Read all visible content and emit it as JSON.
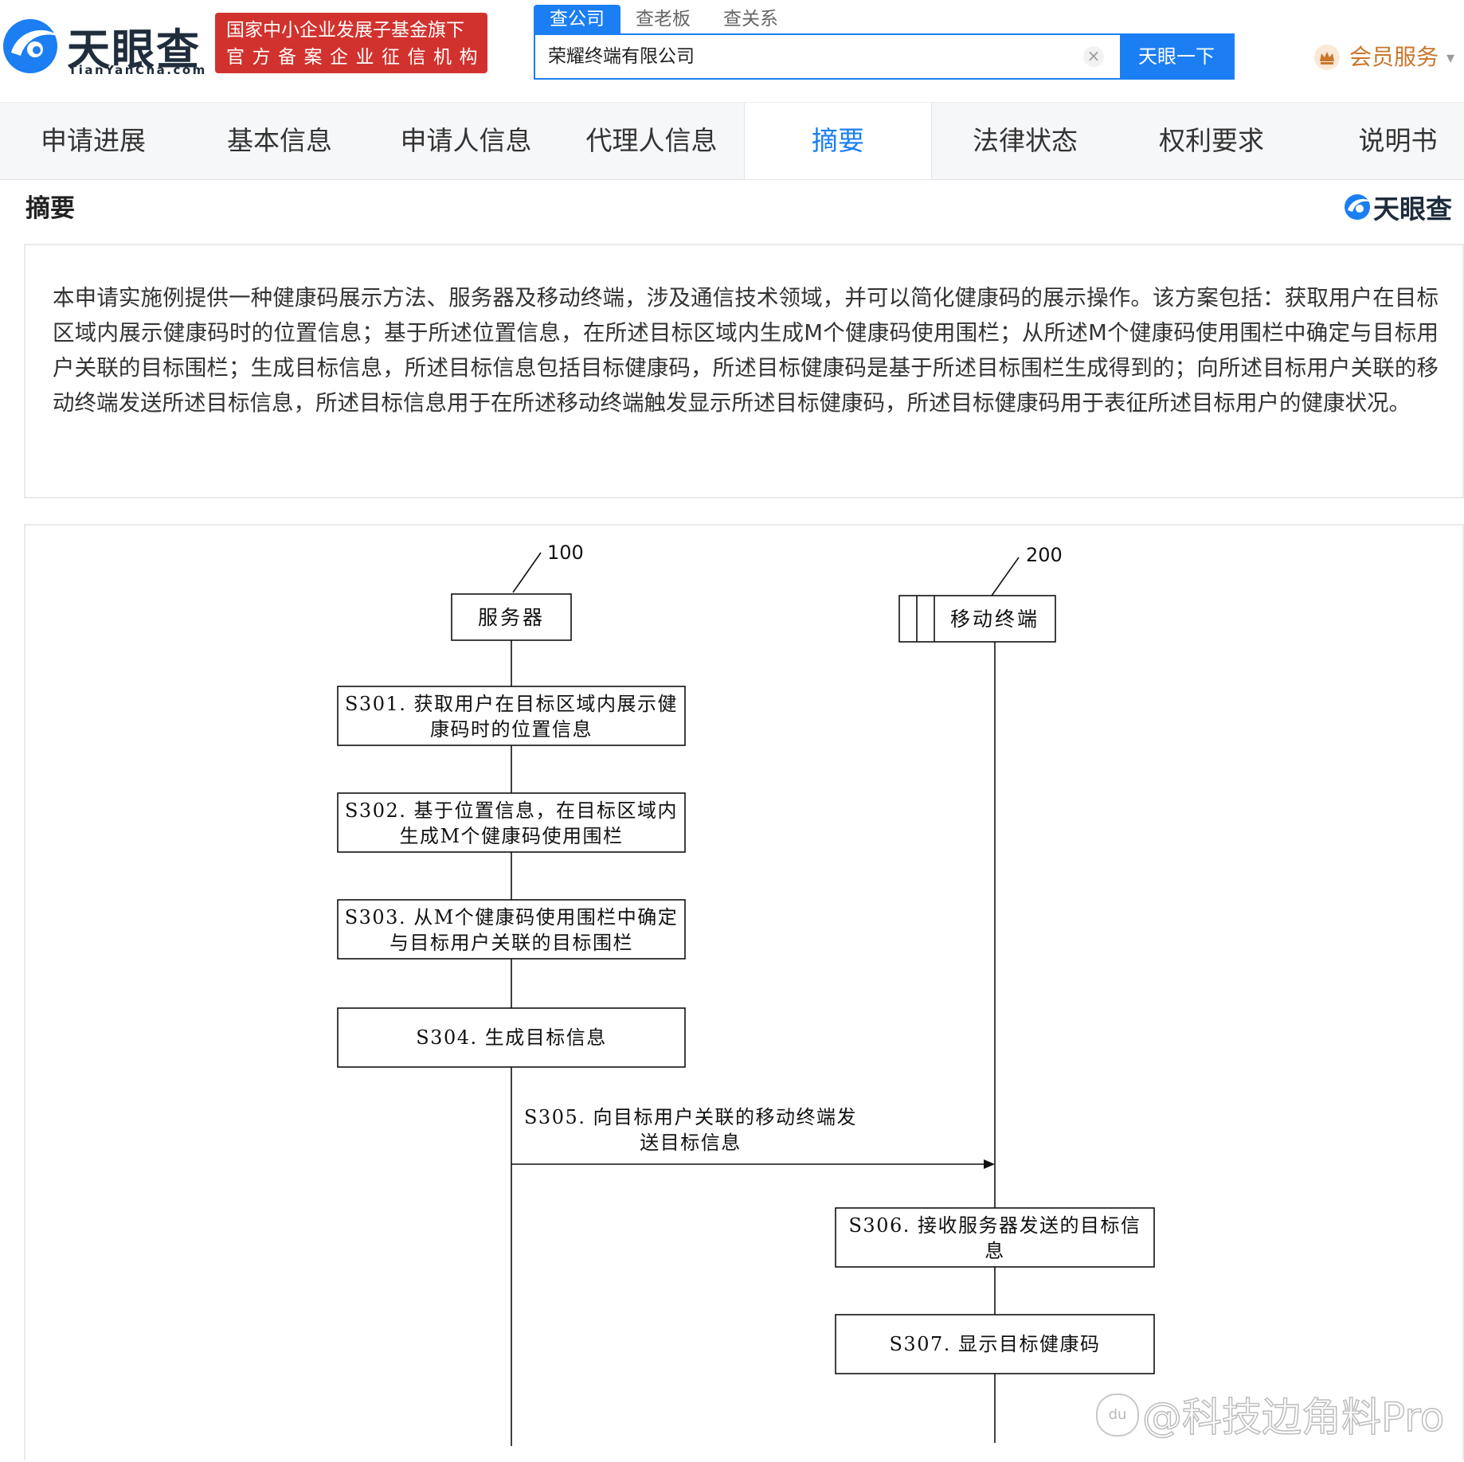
{
  "brand": {
    "name_cn": "天眼查",
    "name_en": "TianYanCha.com",
    "badge_line1": "国家中小企业发展子基金旗下",
    "badge_line2": "官方备案企业征信机构"
  },
  "search": {
    "tabs": [
      "查公司",
      "查老板",
      "查关系"
    ],
    "active_tab": "查公司",
    "value": "荣耀终端有限公司",
    "clear_icon": "×",
    "button_label": "天眼一下"
  },
  "vip": {
    "label": "会员服务",
    "caret": "▾"
  },
  "nav": {
    "tabs": [
      "申请进展",
      "基本信息",
      "申请人信息",
      "代理人信息",
      "摘要",
      "法律状态",
      "权利要求",
      "说明书"
    ],
    "active": "摘要"
  },
  "abstract": {
    "title": "摘要",
    "mini_logo": "天眼查",
    "text": "本申请实施例提供一种健康码展示方法、服务器及移动终端，涉及通信技术领域，并可以简化健康码的展示操作。该方案包括：获取用户在目标区域内展示健康码时的位置信息；基于所述位置信息，在所述目标区域内生成M个健康码使用围栏；从所述M个健康码使用围栏中确定与目标用户关联的目标围栏；生成目标信息，所述目标信息包括目标健康码，所述目标健康码是基于所述目标围栏生成得到的；向所述目标用户关联的移动终端发送所述目标信息，所述目标信息用于在所述移动终端触发显示所述目标健康码，所述目标健康码用于表征所述目标用户的健康状况。"
  },
  "figure": {
    "server_ref": "100",
    "server_label": "服务器",
    "terminal_ref": "200",
    "terminal_label": "移动终端",
    "steps": {
      "s301": [
        "S301. 获取用户在目标区域内展示健",
        "康码时的位置信息"
      ],
      "s302": [
        "S302. 基于位置信息，在目标区域内",
        "生成M个健康码使用围栏"
      ],
      "s303": [
        "S303. 从M个健康码使用围栏中确定",
        "与目标用户关联的目标围栏"
      ],
      "s304": [
        "S304. 生成目标信息"
      ],
      "s305": [
        "S305. 向目标用户关联的移动终端发",
        "送目标信息"
      ],
      "s306": [
        "S306. 接收服务器发送的目标信",
        "息"
      ],
      "s307": [
        "S307. 显示目标健康码"
      ]
    }
  },
  "watermark": {
    "icon": "du",
    "text": "@科技边角料Pro"
  },
  "colors": {
    "accent": "#1b7ef3",
    "badge": "#d2322d",
    "vip": "#c9772b"
  }
}
